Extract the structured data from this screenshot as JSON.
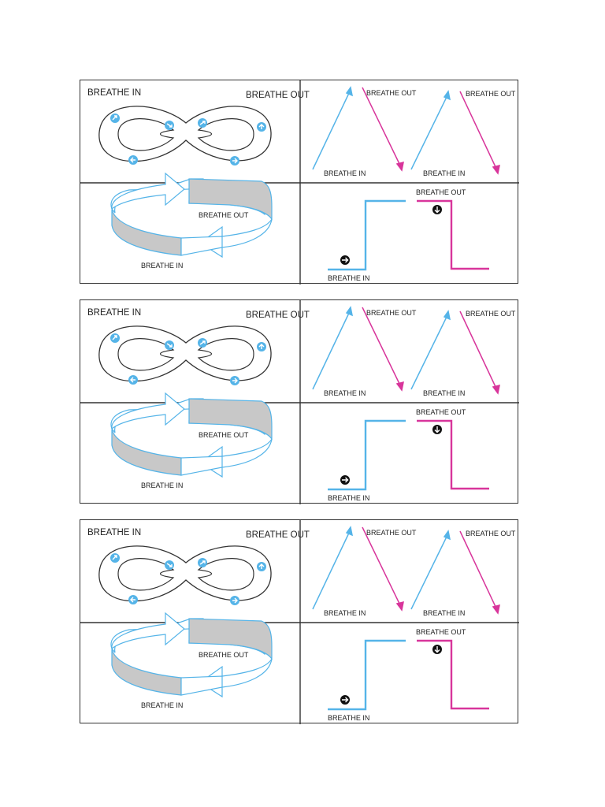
{
  "labels": {
    "breathe_in": "BREATHE IN",
    "breathe_out": "BREATHE OUT"
  },
  "colors": {
    "blue": "#55b4e8",
    "pink": "#d8359b",
    "gray_band": "#c8c8c8",
    "outline": "#333333"
  },
  "icons": {
    "direction_dot": "arrow-in-circle-icon"
  },
  "cards": [
    {
      "id": "card-1"
    },
    {
      "id": "card-2"
    },
    {
      "id": "card-3"
    }
  ]
}
